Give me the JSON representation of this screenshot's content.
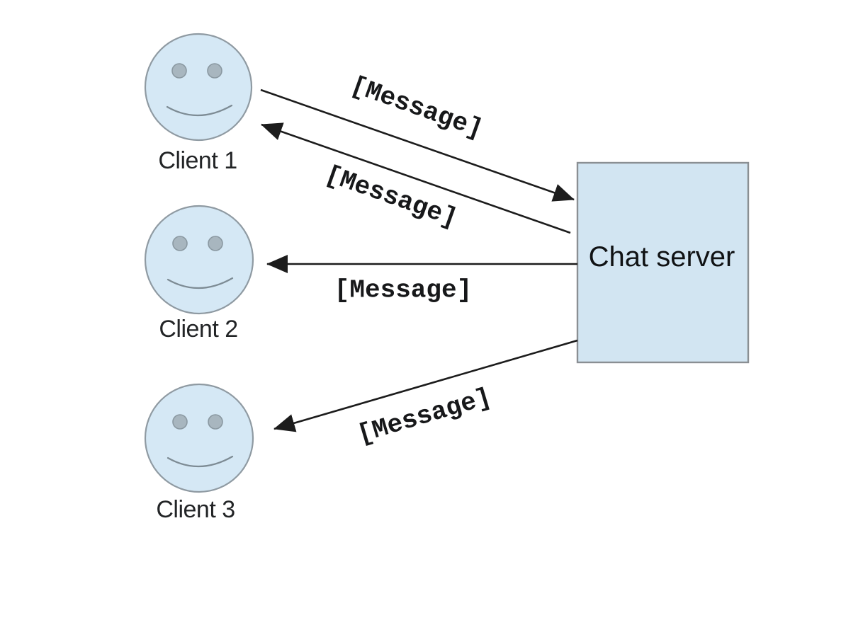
{
  "diagram": {
    "clients": [
      {
        "id": "client-1",
        "label": "Client 1"
      },
      {
        "id": "client-2",
        "label": "Client 2"
      },
      {
        "id": "client-3",
        "label": "Client 3"
      }
    ],
    "server": {
      "label": "Chat server"
    },
    "messages": [
      {
        "label": "[Message]",
        "from": "Client 1",
        "to": "Chat server"
      },
      {
        "label": "[Message]",
        "from": "Chat server",
        "to": "Client 1"
      },
      {
        "label": "[Message]",
        "from": "Chat server",
        "to": "Client 2"
      },
      {
        "label": "[Message]",
        "from": "Chat server",
        "to": "Client 3"
      }
    ],
    "colors": {
      "face_fill": "#d5e8f5",
      "face_stroke": "#8f9aa2",
      "eye_fill": "#a8b6bf",
      "eye_stroke": "#8a98a1",
      "smile_stroke": "#7d8b94",
      "server_fill": "#d2e5f2",
      "server_stroke": "#8a8f93",
      "arrow": "#1c1c1c",
      "background": "#ffffff"
    }
  }
}
